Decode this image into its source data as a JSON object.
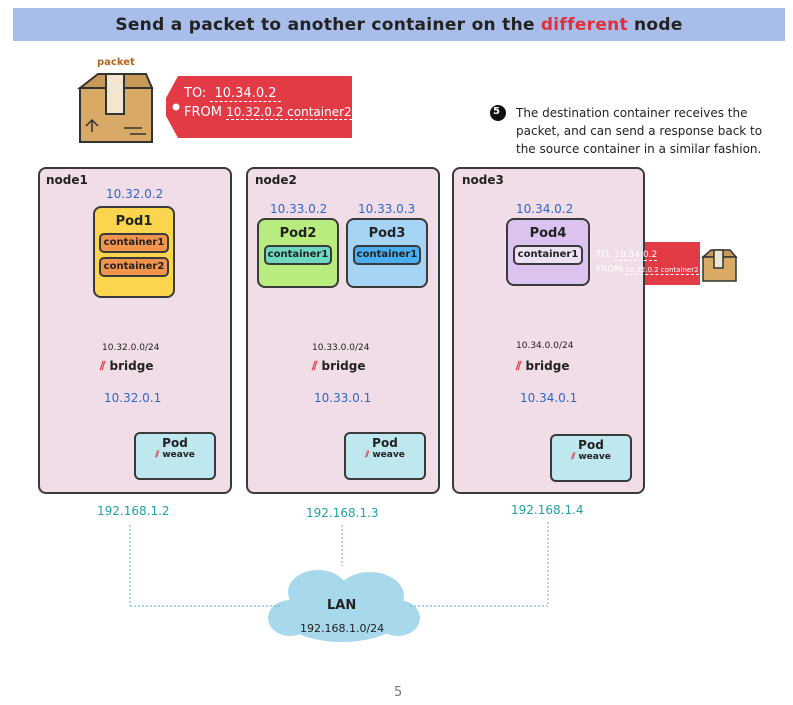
{
  "header": {
    "prefix": "Send a packet to another container on the",
    "highlight": "different",
    "suffix": "node"
  },
  "packet": {
    "label": "packet",
    "to_label": "TO:",
    "to_ip": "10.34.0.2",
    "from_label": "FROM",
    "from_value": "10.32.0.2 container2"
  },
  "step": {
    "number": "5",
    "text": "The destination container receives the packet, and can send a response back to the source container in a similar fashion."
  },
  "nodes": [
    {
      "name": "node1",
      "pod_ip": "10.32.0.2",
      "pods": [
        {
          "name": "Pod1",
          "containers": [
            "container1",
            "container2"
          ]
        }
      ],
      "subnet": "10.32.0.0/24",
      "bridge": "bridge",
      "bridge_ip": "10.32.0.1",
      "weave_pod": "Pod",
      "weave": "weave",
      "host_ip": "192.168.1.2"
    },
    {
      "name": "node2",
      "pod_ips": [
        "10.33.0.2",
        "10.33.0.3"
      ],
      "pods": [
        {
          "name": "Pod2",
          "containers": [
            "container1"
          ]
        },
        {
          "name": "Pod3",
          "containers": [
            "container1"
          ]
        }
      ],
      "subnet": "10.33.0.0/24",
      "bridge": "bridge",
      "bridge_ip": "10.33.0.1",
      "weave_pod": "Pod",
      "weave": "weave",
      "host_ip": "192.168.1.3"
    },
    {
      "name": "node3",
      "pod_ip": "10.34.0.2",
      "pods": [
        {
          "name": "Pod4",
          "containers": [
            "container1"
          ]
        }
      ],
      "subnet": "10.34.0.0/24",
      "bridge": "bridge",
      "bridge_ip": "10.34.0.1",
      "weave_pod": "Pod",
      "weave": "weave",
      "host_ip": "192.168.1.4"
    }
  ],
  "arrived_tag": {
    "to_label": "TO:",
    "to_ip": "10.34.0.2",
    "from_label": "FROM:",
    "from_value": "10.32.0.2 container2"
  },
  "lan": {
    "label": "LAN",
    "subnet": "192.168.1.0/24"
  },
  "page_number": "5",
  "colors": {
    "banner": "#a9bdeb",
    "highlight": "#e0303c",
    "node_bg": "#f1dde7",
    "pod1": "#fbd54e",
    "pod2": "#b9ec7e",
    "pod3": "#a6d4f5",
    "pod4": "#dcc3ef",
    "tag": "#e23b45",
    "ip": "#2f67c8",
    "host_ip": "#1fa0a8",
    "cloud": "#d7eaf6",
    "lan_cloud": "#a7d8ec"
  }
}
